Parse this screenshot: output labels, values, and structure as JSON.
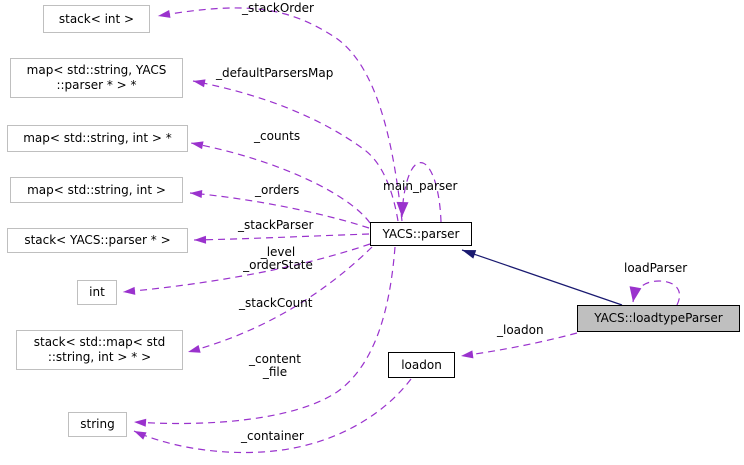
{
  "diagram": {
    "type": "doxygen-collaboration-graph",
    "nodes": {
      "stack_int": {
        "lines": [
          "stack< int >"
        ]
      },
      "map_string_yacs_parser": {
        "lines": [
          "map< std::string, YACS",
          "::parser * > *"
        ]
      },
      "map_string_int_ptr": {
        "lines": [
          "map< std::string, int > *"
        ]
      },
      "map_string_int": {
        "lines": [
          "map< std::string, int >"
        ]
      },
      "stack_yacs_parser": {
        "lines": [
          "stack< YACS::parser * >"
        ]
      },
      "int_type": {
        "lines": [
          "int"
        ]
      },
      "stack_map_string_int": {
        "lines": [
          "stack< std::map< std",
          "::string, int > * >"
        ]
      },
      "string_type": {
        "lines": [
          "string"
        ]
      },
      "yacs_parser": {
        "lines": [
          "YACS::parser"
        ]
      },
      "loadon": {
        "lines": [
          "loadon"
        ]
      },
      "yacs_loadtypeparser": {
        "lines": [
          "YACS::loadtypeParser"
        ]
      }
    },
    "edge_labels": {
      "stack_order": "_stackOrder",
      "default_parsers_map": "_defaultParsersMap",
      "counts": "_counts",
      "orders": "_orders",
      "stack_parser": "_stackParser",
      "level": "_level",
      "order_state": "_orderState",
      "stack_count": "_stackCount",
      "content": "_content",
      "file": "_file",
      "container": "_container",
      "main_parser": "main_parser",
      "load_parser": "loadParser",
      "loadon_member": "_loadon"
    },
    "colors": {
      "usage_edge": "#9a32cd",
      "inheritance_edge": "#191970",
      "selected_node_fill": "#bfbfbf",
      "node_border_dark": "#000000",
      "node_border_light": "#bfbfbf",
      "background": "#ffffff",
      "text": "#000000"
    }
  }
}
